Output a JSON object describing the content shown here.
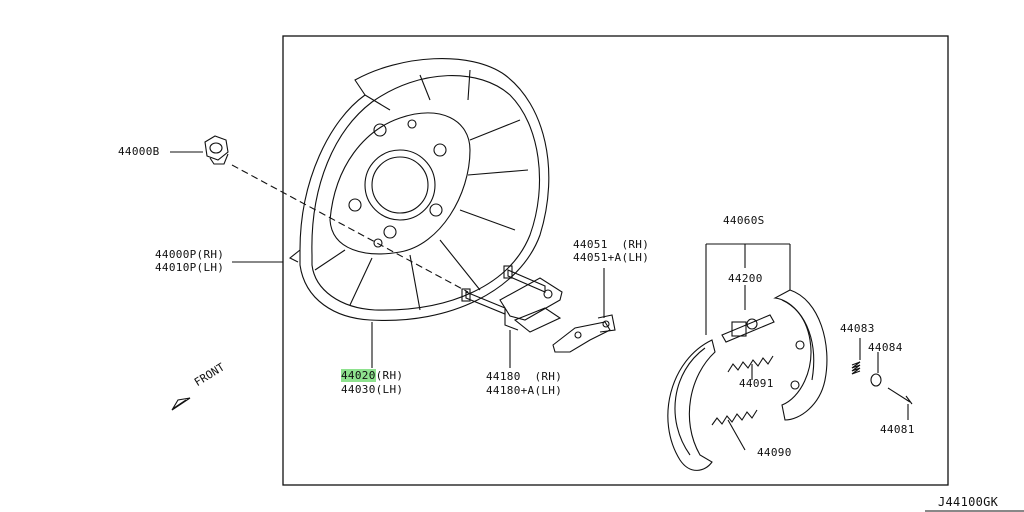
{
  "diagram_id": "J44100GK",
  "direction_label": "FRONT",
  "parts": {
    "nut": "44000B",
    "plate_rh": "44000P(RH)",
    "plate_lh": "44010P(LH)",
    "shield_rh_num": "44020",
    "shield_rh_suffix": "(RH)",
    "shield_lh": "44030(LH)",
    "lever_rh": "44051  (RH)",
    "lever_lh": "44051+A(LH)",
    "shoe_set": "44060S",
    "adjuster": "44200",
    "spring_83": "44083",
    "retainer_84": "44084",
    "pin_81": "44081",
    "spring_91": "44091",
    "spring_90": "44090",
    "cable_rh": "44180  (RH)",
    "cable_lh": "44180+A(LH)"
  },
  "highlight_color": "#8ee28e"
}
